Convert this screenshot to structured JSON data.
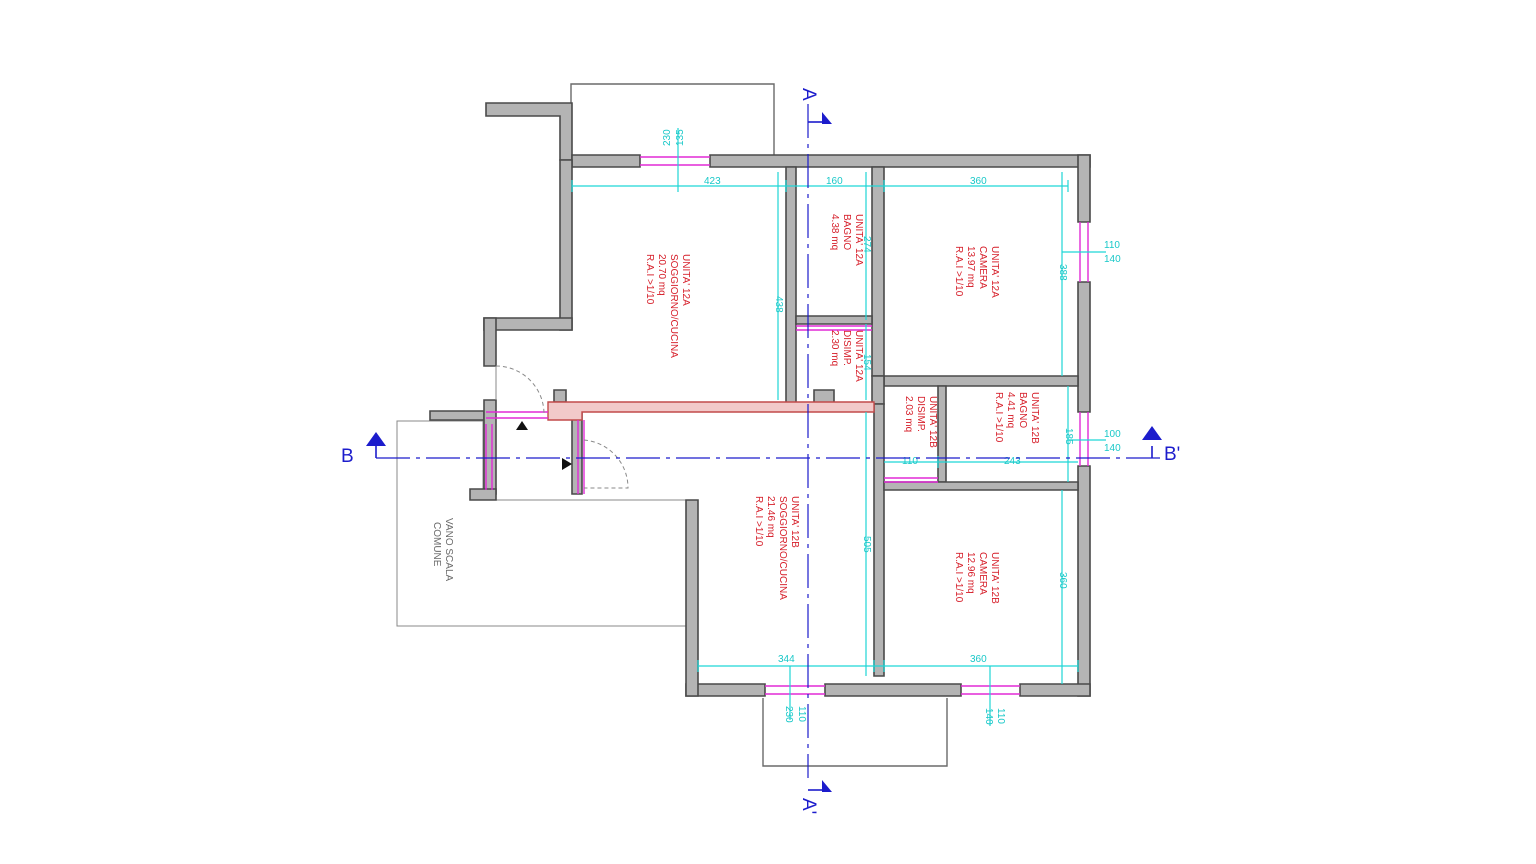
{
  "rooms": {
    "u12a_living": [
      "UNITA' 12A",
      "SOGGIORNO/CUCINA",
      "20.70 mq",
      "R.A.I >1/10"
    ],
    "u12a_bath": [
      "UNITA' 12A",
      "BAGNO",
      "4.38 mq"
    ],
    "u12a_disimp": [
      "UNITA' 12A",
      "DISIMP.",
      "2.30 mq"
    ],
    "u12a_bedroom": [
      "UNITA' 12A",
      "CAMERA",
      "13.97 mq",
      "R.A.I >1/10"
    ],
    "u12b_disimp": [
      "UNITA' 12B",
      "DISIMP.",
      "2.03 mq"
    ],
    "u12b_bath": [
      "UNITA' 12B",
      "BAGNO",
      "4.41 mq",
      "R.A.I >1/10"
    ],
    "u12b_living": [
      "UNITA' 12B",
      "SOGGIORNO/CUCINA",
      "21.46 mq",
      "R.A.I >1/10"
    ],
    "u12b_bedroom": [
      "UNITA' 12B",
      "CAMERA",
      "12.96 mq",
      "R.A.I >1/10"
    ],
    "stair": [
      "VANO SCALA",
      "COMUNE"
    ]
  },
  "dimensions": {
    "top_423": "423",
    "top_160": "160",
    "top_360": "360",
    "win_top_135": "135",
    "win_top_230": "230",
    "h_438": "438",
    "h_274": "274",
    "h_154": "154",
    "h_388": "388",
    "win_right_110": "110",
    "win_right_140": "140",
    "mid_110": "110",
    "mid_243": "243",
    "h_185": "185",
    "win_right2_100": "100",
    "win_right2_140": "140",
    "h_505": "505",
    "h_360": "360",
    "bot_344": "344",
    "bot_360": "360",
    "win_bot_230": "230",
    "win_bot_110": "110",
    "win_bot2_140": "140",
    "win_bot2_110": "110"
  },
  "sections": {
    "a_top": "A",
    "a_bottom": "A'",
    "b_left": "B",
    "b_right": "B'"
  },
  "colors": {
    "walls": "#b4b4b4",
    "dimension_lines": "#1fd6d6",
    "room_labels": "#d61f2a",
    "section_lines": "#1c1ccc",
    "windows": "#e22ad6"
  }
}
